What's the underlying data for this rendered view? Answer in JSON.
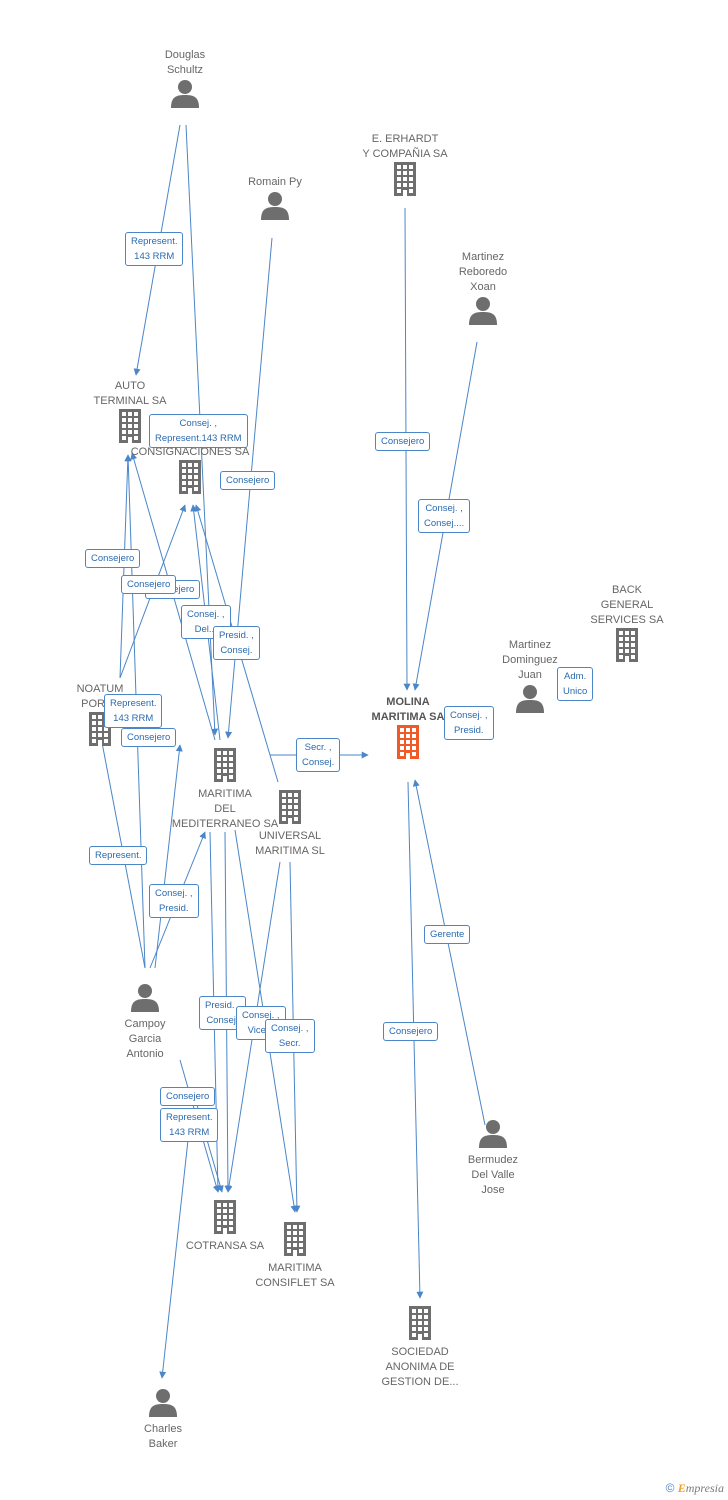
{
  "colors": {
    "edge": "#4a86c8",
    "icon": "#6e6e6e",
    "focus": "#f05a28"
  },
  "nodes": [
    {
      "id": "douglas",
      "type": "person",
      "label": "Douglas\nSchultz"
    },
    {
      "id": "romain",
      "type": "person",
      "label": "Romain Py"
    },
    {
      "id": "erhardt",
      "type": "company",
      "label": "E. ERHARDT\nY COMPAÑIA SA"
    },
    {
      "id": "reboredo",
      "type": "person",
      "label": "Martinez\nReboredo\nXoan"
    },
    {
      "id": "autoterminal",
      "type": "company",
      "label": "AUTO\nTERMINAL SA"
    },
    {
      "id": "consignaciones",
      "type": "company",
      "label": "CONSIGNACIONES SA"
    },
    {
      "id": "back",
      "type": "company",
      "label": "BACK\nGENERAL\nSERVICES SA"
    },
    {
      "id": "dominguez",
      "type": "person",
      "label": "Martinez\nDominguez\nJuan"
    },
    {
      "id": "noatum",
      "type": "company",
      "label": "NOATUM\nPORTS"
    },
    {
      "id": "molina",
      "type": "focus",
      "label": "MOLINA\nMARITIMA SA"
    },
    {
      "id": "mediterraneo",
      "type": "company",
      "label": "MARITIMA\nDEL\nMEDITERRANEO SA"
    },
    {
      "id": "universal",
      "type": "company",
      "label": "UNIVERSAL\nMARITIMA SL"
    },
    {
      "id": "campoy",
      "type": "person",
      "label": "Campoy\nGarcia\nAntonio"
    },
    {
      "id": "bermudez",
      "type": "person",
      "label": "Bermudez\nDel Valle\nJose"
    },
    {
      "id": "cotransa",
      "type": "company",
      "label": "COTRANSA SA"
    },
    {
      "id": "consiflet",
      "type": "company",
      "label": "MARITIMA\nCONSIFLET SA"
    },
    {
      "id": "sociedad",
      "type": "company",
      "label": "SOCIEDAD\nANONIMA DE\nGESTION DE..."
    },
    {
      "id": "baker",
      "type": "person",
      "label": "Charles\nBaker"
    }
  ],
  "edge_labels": [
    "Represent.\n143 RRM",
    "Consej. ,\nRepresent.143 RRM",
    "Consejero",
    "Consejero",
    "Consej. ,\nConsej....",
    "Consejero",
    "Consejero",
    "Consejero",
    "Consej. ,\nDel...",
    "Presid. ,\nConsej.",
    "Represent.\n143 RRM",
    "Consejero",
    "Secr. ,\nConsej.",
    "Consej. ,\nPresid.",
    "Adm.\nUnico",
    "Represent.",
    "Consej. ,\nPresid.",
    "Gerente",
    "Presid. ,\nConsej.",
    "Consej. ,\nVice...",
    "Consej. ,\nSecr.",
    "Consejero",
    "Consejero",
    "Represent.\n143 RRM"
  ],
  "copyright": {
    "symbol": "©",
    "brand_initial": "E",
    "brand_rest": "mpresia"
  }
}
